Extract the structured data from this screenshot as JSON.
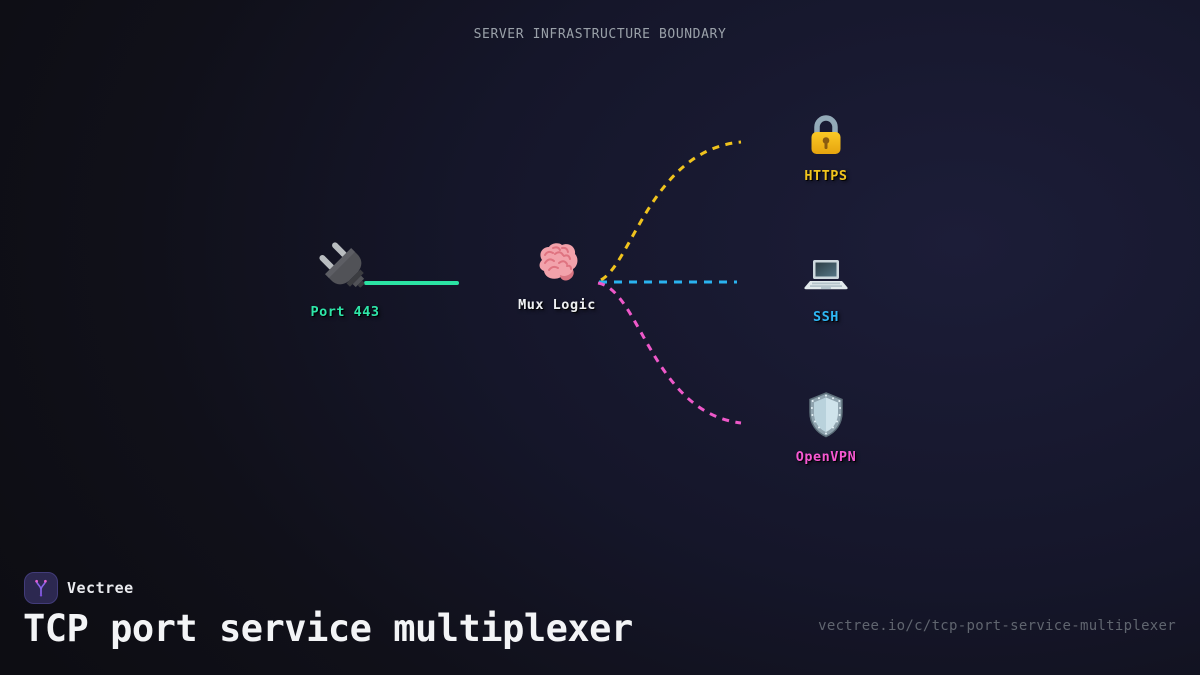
{
  "header": {
    "boundary_label": "SERVER INFRASTRUCTURE BOUNDARY"
  },
  "diagram": {
    "nodes": [
      {
        "id": "port443",
        "label": "Port 443",
        "icon": "plug-icon",
        "color": "#2ee6a8"
      },
      {
        "id": "mux",
        "label": "Mux Logic",
        "icon": "brain-icon",
        "color": "#eef0f2"
      },
      {
        "id": "https",
        "label": "HTTPS",
        "icon": "lock-icon",
        "color": "#f2c51d"
      },
      {
        "id": "ssh",
        "label": "SSH",
        "icon": "laptop-icon",
        "color": "#2fb7f5"
      },
      {
        "id": "openvpn",
        "label": "OpenVPN",
        "icon": "shield-icon",
        "color": "#f658d2"
      }
    ],
    "edges": [
      {
        "from": "port443",
        "to": "mux",
        "style": "solid",
        "color": "#2be3a3"
      },
      {
        "from": "mux",
        "to": "https",
        "style": "dashed",
        "color": "#f0c31d"
      },
      {
        "from": "mux",
        "to": "ssh",
        "style": "dashed",
        "color": "#2ab3ef"
      },
      {
        "from": "mux",
        "to": "openvpn",
        "style": "dashed",
        "color": "#ee58c9"
      }
    ]
  },
  "footer": {
    "brand": "Vectree",
    "title": "TCP port service multiplexer",
    "url": "vectree.io/c/tcp-port-service-multiplexer"
  },
  "colors": {
    "background_center": "#1c1d38",
    "background_edge": "#0d0d13",
    "boundary_text": "#9aa1a9",
    "title_text": "#f3f4f6",
    "url_text": "#60656f",
    "logo_background": "#2c2850",
    "logo_purple": "#8a63e8",
    "logo_dot_pink": "#e45fd3"
  }
}
